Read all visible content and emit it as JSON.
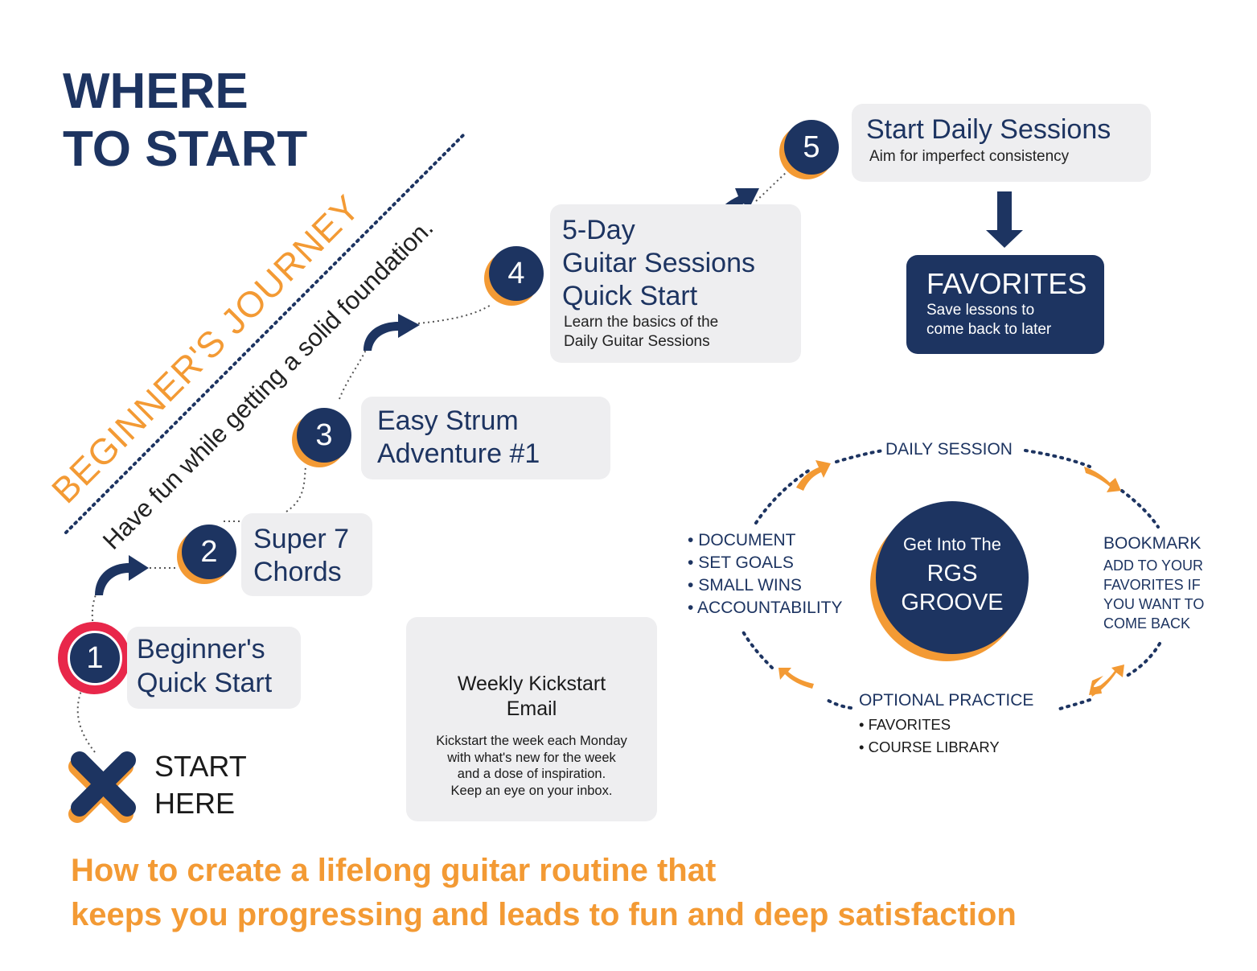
{
  "heading": {
    "line1": "WHERE",
    "line2": "TO START"
  },
  "journey": {
    "title": "BEGINNER'S JOURNEY",
    "subtitle": "Have fun while getting a solid foundation."
  },
  "start": {
    "line1": "START",
    "line2": "HERE"
  },
  "steps": [
    {
      "number": "1",
      "title_lines": [
        "Beginner's",
        "Quick Start"
      ]
    },
    {
      "number": "2",
      "title_lines": [
        "Super 7",
        "Chords"
      ]
    },
    {
      "number": "3",
      "title_lines": [
        "Easy Strum",
        "Adventure #1"
      ]
    },
    {
      "number": "4",
      "title_lines": [
        "5-Day",
        "Guitar Sessions",
        "Quick Start"
      ],
      "subtitle_lines": [
        "Learn the basics of the",
        "Daily Guitar Sessions"
      ]
    },
    {
      "number": "5",
      "title": "Start Daily Sessions",
      "subtitle": "Aim for imperfect consistency"
    }
  ],
  "favorites": {
    "title": "FAVORITES",
    "subtitle_lines": [
      "Save lessons to",
      "come back to later"
    ]
  },
  "email": {
    "icon": "envelope-icon",
    "title_lines": [
      "Weekly Kickstart",
      "Email"
    ],
    "body_lines": [
      "Kickstart the week each Monday",
      "with what's new for the week",
      "and a dose of inspiration.",
      "Keep an eye on your inbox."
    ]
  },
  "cycle": {
    "daily_session": "DAILY SESSION",
    "document_items": [
      "DOCUMENT",
      "SET GOALS",
      "SMALL WINS",
      "ACCOUNTABILITY"
    ],
    "bookmark": {
      "title": "BOOKMARK",
      "lines": [
        "ADD TO YOUR",
        "FAVORITES IF",
        "YOU WANT TO",
        "COME BACK"
      ]
    },
    "optional_practice": {
      "title": "OPTIONAL PRACTICE",
      "items": [
        "FAVORITES",
        "COURSE LIBRARY"
      ]
    },
    "center_lines": [
      "Get Into The",
      "RGS",
      "GROOVE"
    ]
  },
  "tagline": {
    "line1": "How to create a lifelong guitar routine that",
    "line2": "keeps you progressing and leads to fun and deep satisfaction"
  },
  "colors": {
    "navy": "#1d3461",
    "orange": "#f39a34",
    "card": "#eeeef0",
    "highlight": "#e8274a"
  }
}
